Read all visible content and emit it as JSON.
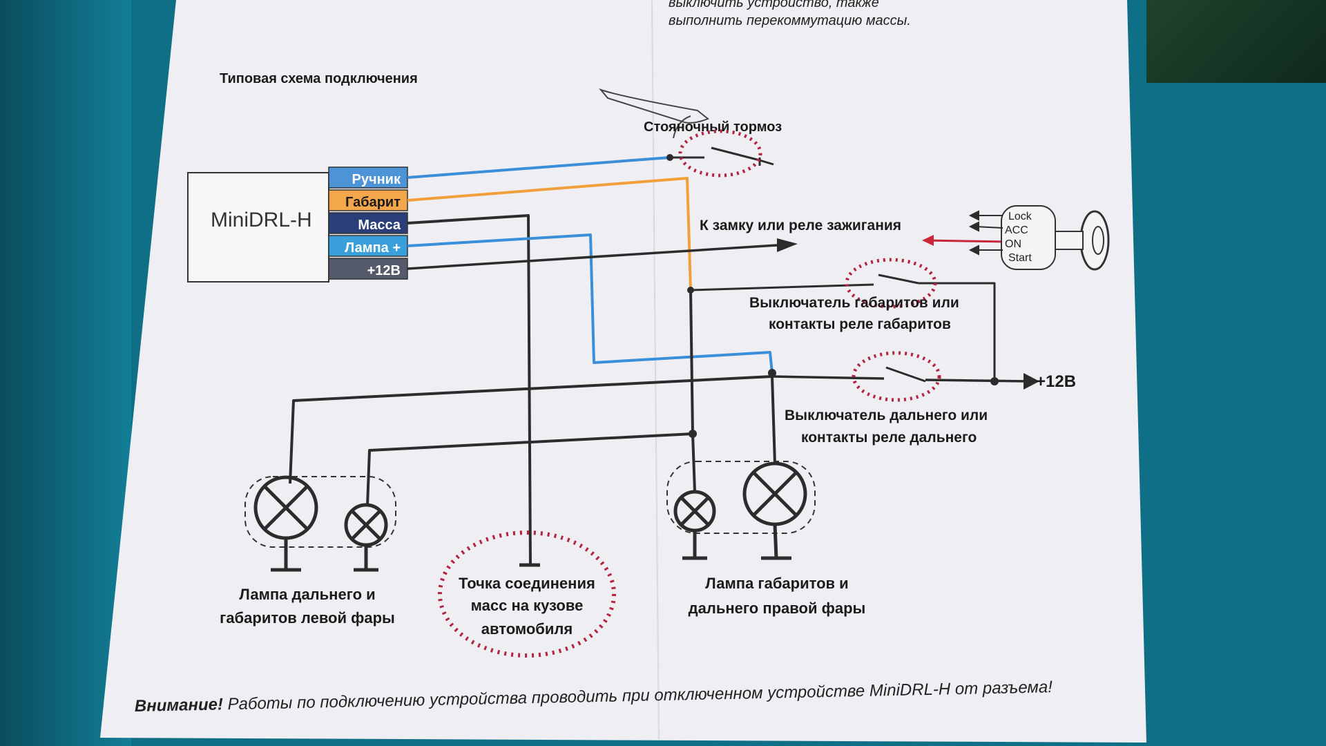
{
  "colors": {
    "paper": "#f1f1f4",
    "wire_blue": "#3b8ed8",
    "wire_orange": "#f0a03a",
    "wire_dark": "#2c2c2c",
    "dotted_red": "#b3253f",
    "arrow_red": "#c8283a",
    "tab_handbrake": "#4d94d6",
    "tab_parking": "#f3a64a",
    "tab_ground": "#2a3f7a",
    "tab_lamp": "#3aa0dc",
    "tab_12v": "#555a6a"
  },
  "top_note": {
    "line1": "выключить устройство, также",
    "line2": "выполнить перекоммутацию массы."
  },
  "diagram": {
    "title": "Типовая схема подключения",
    "device": {
      "name": "MiniDRL-H",
      "pins": [
        "Ручник",
        "Габарит",
        "Масса",
        "Лампа +",
        "+12В"
      ]
    },
    "handbrake_label": "Стояночный тормоз",
    "ignition_label": "К замку или реле зажигания",
    "ignition_positions": [
      "Lock",
      "ACC",
      "ON",
      "Start"
    ],
    "parking_switch_label": [
      "Выключатель габаритов или",
      "контакты реле габаритов"
    ],
    "highbeam_switch_label": [
      "Выключатель дальнего или",
      "контакты реле дальнего"
    ],
    "plus12v_label": "+12В",
    "left_lamp_label": [
      "Лампа дальнего и",
      "габаритов левой фары"
    ],
    "ground_point_label": [
      "Точка соединения",
      "масс на кузове",
      "автомобиля"
    ],
    "right_lamp_label": [
      "Лампа габаритов и",
      "дальнего правой фары"
    ]
  },
  "warning": {
    "bold": "Внимание!",
    "text": " Работы по подключению устройства проводить при отключенном устройстве MiniDRL-H от разъема!"
  }
}
